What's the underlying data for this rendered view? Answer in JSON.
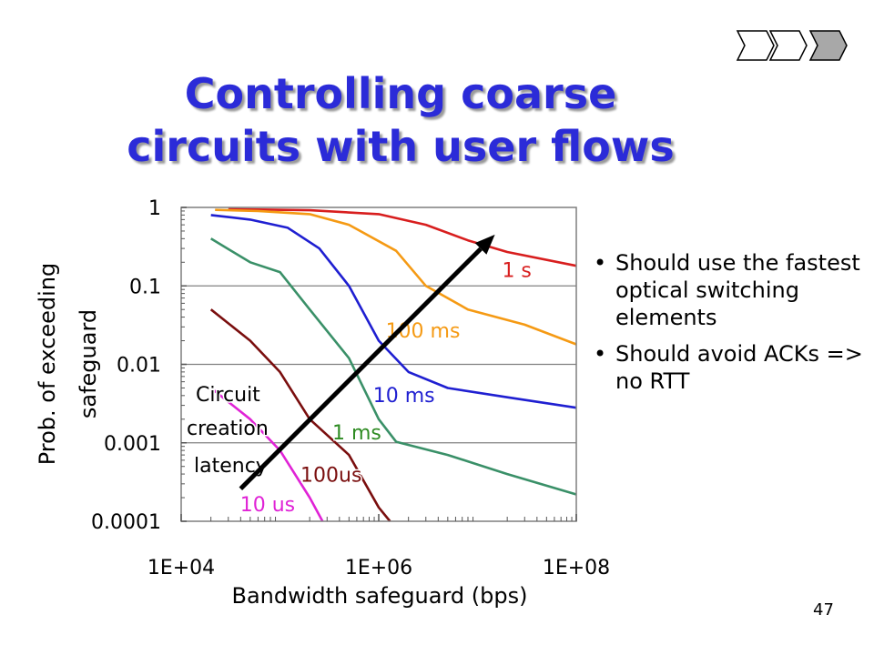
{
  "slide": {
    "title_line1": "Controlling coarse",
    "title_line2": "circuits with user flows",
    "page_number": "47",
    "bullets": [
      "Should use the fastest optical switching elements",
      "Should avoid ACKs => no RTT"
    ],
    "bullet_glyph": "•",
    "title_color": "#2b2bd8"
  },
  "chart_data": {
    "type": "line",
    "title": "",
    "xlabel": "Bandwidth safeguard (bps)",
    "ylabel": "Prob. of exceeding safeguard",
    "xscale": "log",
    "yscale": "log",
    "xlim": [
      10000,
      100000000
    ],
    "ylim": [
      0.0001,
      1
    ],
    "x_ticks": [
      {
        "v": 10000,
        "label": "1E+04"
      },
      {
        "v": 1000000,
        "label": "1E+06"
      },
      {
        "v": 100000000,
        "label": "1E+08"
      }
    ],
    "y_ticks": [
      {
        "v": 1,
        "label": "1"
      },
      {
        "v": 0.1,
        "label": "0.1"
      },
      {
        "v": 0.01,
        "label": "0.01"
      },
      {
        "v": 0.001,
        "label": "0.001"
      },
      {
        "v": 0.0001,
        "label": "0.0001"
      }
    ],
    "grid": "horizontal",
    "series": [
      {
        "name": "1 s",
        "color": "#d81e1e",
        "points": [
          [
            30000,
            0.95
          ],
          [
            200000,
            0.92
          ],
          [
            1000000,
            0.82
          ],
          [
            3000000,
            0.6
          ],
          [
            8000000,
            0.38
          ],
          [
            20000000,
            0.27
          ],
          [
            100000000,
            0.18
          ]
        ]
      },
      {
        "name": "100 ms",
        "color": "#f59a14",
        "points": [
          [
            22000,
            0.93
          ],
          [
            60000,
            0.9
          ],
          [
            200000,
            0.82
          ],
          [
            500000,
            0.6
          ],
          [
            1500000,
            0.28
          ],
          [
            3000000,
            0.1
          ],
          [
            8000000,
            0.05
          ],
          [
            30000000,
            0.032
          ],
          [
            100000000,
            0.018
          ]
        ]
      },
      {
        "name": "10 ms",
        "color": "#1f1fd1",
        "points": [
          [
            20000,
            0.8
          ],
          [
            50000,
            0.7
          ],
          [
            120000,
            0.55
          ],
          [
            250000,
            0.3
          ],
          [
            500000,
            0.1
          ],
          [
            1000000,
            0.02
          ],
          [
            2000000,
            0.008
          ],
          [
            5000000,
            0.005
          ],
          [
            20000000,
            0.0038
          ],
          [
            100000000,
            0.0028
          ]
        ]
      },
      {
        "name": "1 ms",
        "color": "#3a9068",
        "points": [
          [
            20000,
            0.4
          ],
          [
            50000,
            0.2
          ],
          [
            100000,
            0.15
          ],
          [
            200000,
            0.05
          ],
          [
            500000,
            0.012
          ],
          [
            1000000,
            0.002
          ],
          [
            1500000,
            0.00103
          ],
          [
            5000000,
            0.0007
          ],
          [
            20000000,
            0.0004
          ],
          [
            100000000,
            0.00022
          ]
        ]
      },
      {
        "name": "100us",
        "color": "#7a0e0e",
        "points": [
          [
            20000,
            0.05
          ],
          [
            50000,
            0.02
          ],
          [
            100000,
            0.008
          ],
          [
            200000,
            0.002
          ],
          [
            500000,
            0.0007
          ],
          [
            1000000,
            0.00015
          ],
          [
            1300000,
            0.0001
          ]
        ]
      },
      {
        "name": "10 us",
        "color": "#e023d6",
        "points": [
          [
            20000,
            0.005
          ],
          [
            50000,
            0.002
          ],
          [
            100000,
            0.0008
          ],
          [
            200000,
            0.0002
          ],
          [
            270000,
            0.0001
          ]
        ]
      }
    ],
    "series_labels": [
      {
        "text": "1 s",
        "color": "#d81e1e",
        "x": 25000000,
        "y": 0.13
      },
      {
        "text": "100 ms",
        "color": "#f59a14",
        "x": 2800000,
        "y": 0.022
      },
      {
        "text": "10 ms",
        "color": "#1f1fd1",
        "x": 1800000,
        "y": 0.0033
      },
      {
        "text": "1 ms",
        "color": "#2e8b22",
        "x": 600000,
        "y": 0.0011
      },
      {
        "text": "100us",
        "color": "#7a0e0e",
        "x": 330000,
        "y": 0.00032
      },
      {
        "text": "10 us",
        "color": "#e023d6",
        "x": 75000,
        "y": 0.000135
      }
    ],
    "annotation": {
      "lines": [
        "Circuit",
        "creation",
        "latency"
      ],
      "arrow_from": {
        "x": 40000,
        "y": 0.00026
      },
      "arrow_to": {
        "x": 15000000,
        "y": 0.45
      }
    }
  }
}
